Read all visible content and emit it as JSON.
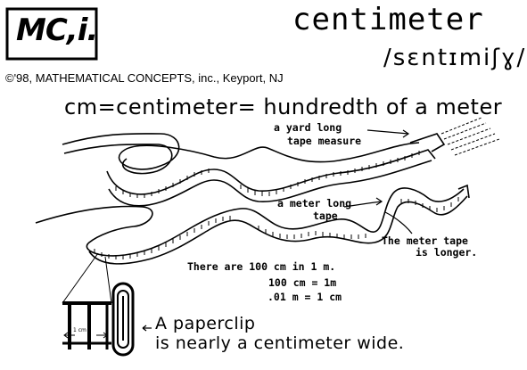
{
  "logo": {
    "text": "MC,i."
  },
  "title": "centimeter",
  "pronunciation": "/sɛntɪmiʃɣ/",
  "copyright": "©'98, MATHEMATICAL CONCEPTS, inc., Keyport, NJ",
  "definition": "cm=centimeter= hundredth of a meter",
  "labels": {
    "yard_line1": "a yard long",
    "yard_line2": "tape measure",
    "meter_line1": "a meter long",
    "meter_line2": "tape",
    "longer_line1": "The meter tape",
    "longer_line2": "is longer."
  },
  "facts": {
    "line1": "There are 100 cm in 1 m.",
    "line2": "100 cm = 1m",
    "line3": ".01 m = 1 cm"
  },
  "paperclip": {
    "line1": "A paperclip",
    "line2": "is nearly a centimeter wide.",
    "scale_label": "1 cm"
  }
}
